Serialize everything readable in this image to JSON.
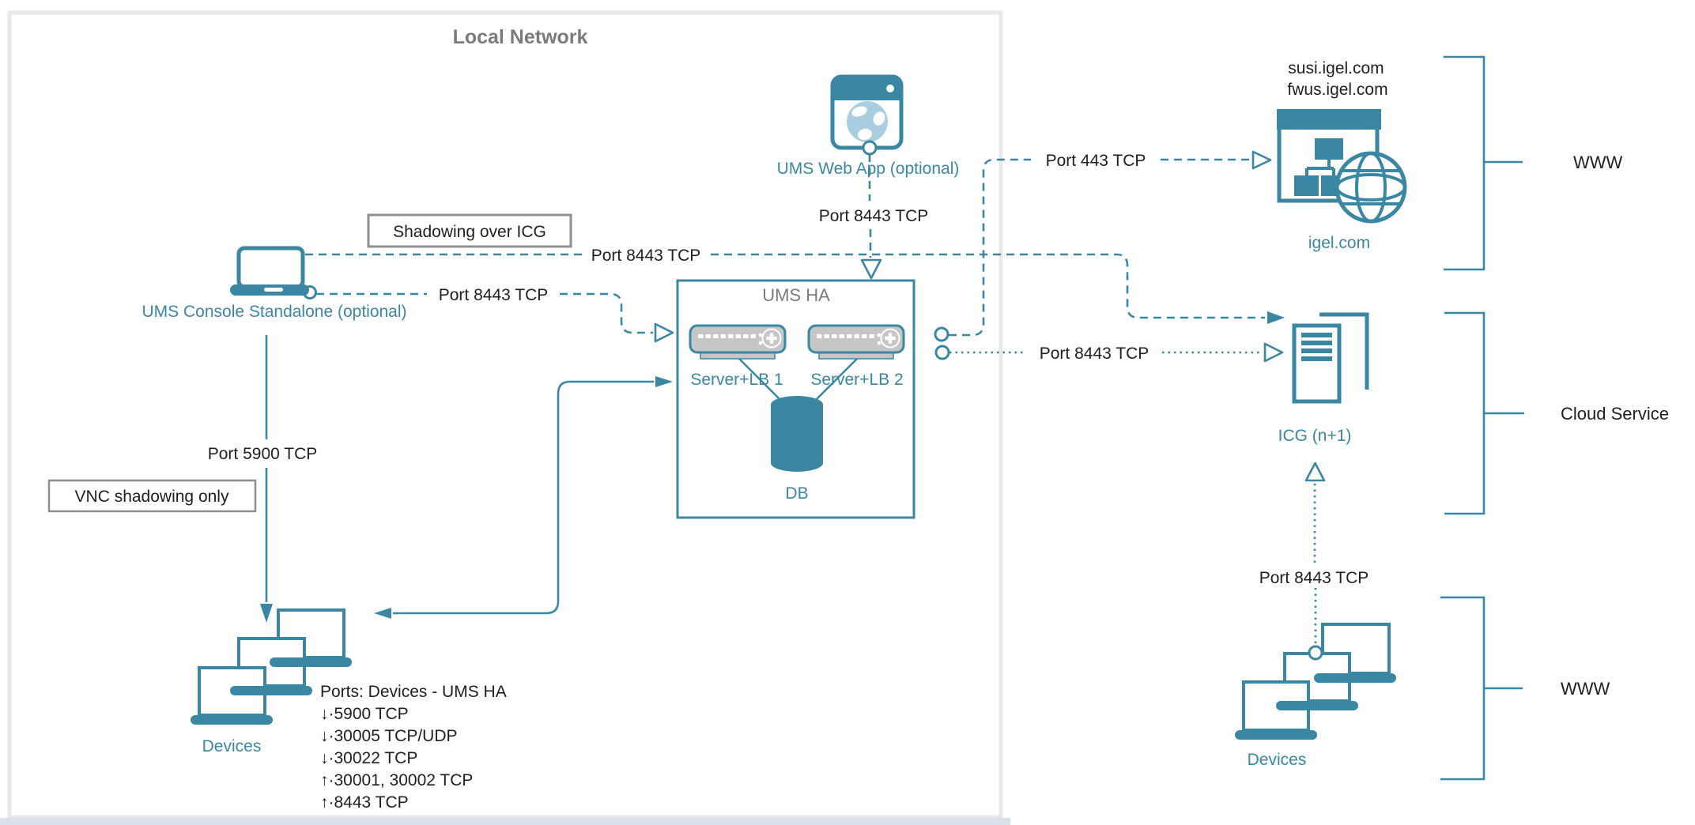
{
  "colors": {
    "teal": "#3A87A3",
    "teal_light_globe": "#A9CEDF",
    "server_gray": "#C6C6C6",
    "gray_text": "#7B7B7B",
    "callout_border_gray": "#8F8F8F",
    "frame_border_gray": "#E8E8E8",
    "bottom_strip": "#D9E2EA",
    "text_black": "#1F1F1F"
  },
  "local_network": {
    "title": "Local Network"
  },
  "console": {
    "label": "UMS Console Standalone (optional)"
  },
  "webapp": {
    "label": "UMS Web App (optional)",
    "port": "Port 8443 TCP"
  },
  "callouts": {
    "shadowing": "Shadowing over ICG",
    "vnc": "VNC shadowing only"
  },
  "umsha": {
    "title": "UMS HA",
    "server1": "Server+LB 1",
    "server2": "Server+LB 2",
    "db": "DB"
  },
  "links": {
    "console_icg_port": "Port 8443 TCP",
    "console_umsha_port": "Port 8443 TCP",
    "umsha_igel_port": "Port 443 TCP",
    "umsha_icg_port": "Port 8443 TCP",
    "console_devices_port": "Port 5900 TCP",
    "devices_icg_port": "Port 8443 TCP"
  },
  "devices_local": {
    "label": "Devices",
    "ports": [
      "Ports: Devices - UMS HA",
      "↓·5900 TCP",
      "↓·30005 TCP/UDP",
      "↓·30022 TCP",
      "↑·30001, 30002 TCP",
      "↑·8443 TCP"
    ]
  },
  "igel": {
    "host1": "susi.igel.com",
    "host2": "fwus.igel.com",
    "label": "igel.com"
  },
  "icg": {
    "label": "ICG (n+1)"
  },
  "devices_cloud": {
    "label": "Devices"
  },
  "zones": [
    {
      "label": "WWW"
    },
    {
      "label": "Cloud Service"
    },
    {
      "label": "WWW"
    }
  ]
}
